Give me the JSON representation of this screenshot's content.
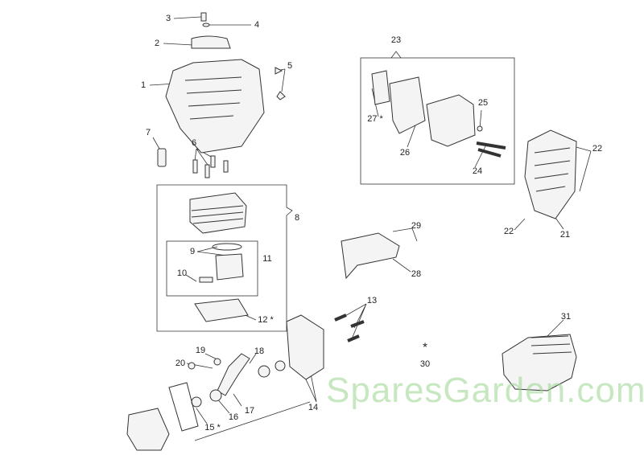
{
  "watermark": "SparesGarden.com",
  "colors": {
    "line": "#333333",
    "part_fill": "#f4f4f4",
    "part_dark": "#444444",
    "watermark": "#9bd48f"
  },
  "callouts": [
    "3",
    "4",
    "2",
    "1",
    "5",
    "7",
    "6",
    "23",
    "27 *",
    "25",
    "26",
    "24",
    "22",
    "22",
    "21",
    "8",
    "9",
    "11",
    "10",
    "12 *",
    "29",
    "28",
    "13",
    "19",
    "18",
    "20",
    "*",
    "30",
    "31",
    "14",
    "17",
    "16",
    "15 *"
  ]
}
